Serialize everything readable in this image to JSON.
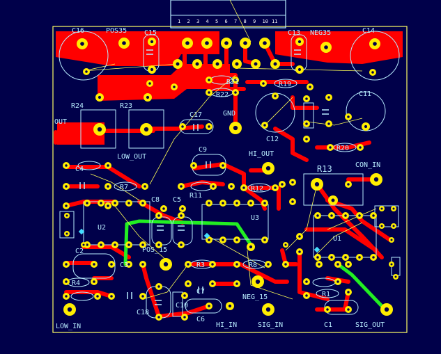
{
  "connector_pins": [
    "1",
    "2",
    "3",
    "4",
    "5",
    "6",
    "7",
    "8",
    "9",
    "10",
    "11"
  ],
  "labels": {
    "c16": "C16",
    "pos35": "POS35",
    "c15": "C15",
    "c13": "C13",
    "neg35": "NEG35",
    "c14": "C14",
    "r22": "R22",
    "r21": "R21",
    "r19": "R19",
    "c11": "C11",
    "r24": "R24",
    "r23": "R23",
    "out": "OUT",
    "low_out": "LOW_OUT",
    "c17": "C17",
    "gnd": "GND",
    "c12": "C12",
    "hi_out": "HI_OUT",
    "r20": "R20",
    "c9": "C9",
    "r13": "R13",
    "con_in": "CON_IN",
    "c4": "C4",
    "r7": "R7",
    "r11": "R11",
    "r12": "R12",
    "c8": "C8",
    "c5": "C5",
    "u2": "U2",
    "u3": "U3",
    "u1": "U1",
    "c2": "C2",
    "pos15": "POS_15",
    "r3": "R3",
    "r8": "R8",
    "r4": "R4",
    "c3": "C3",
    "c7": "C7",
    "r1": "R1",
    "c10": "C10",
    "neg15": "NEG_15",
    "c18": "C18",
    "c6": "C6",
    "low_in": "LOW_IN",
    "hi_in": "HI_IN",
    "sig_in": "SIG_IN",
    "c1": "C1",
    "sig_out": "SIG_OUT"
  },
  "colors": {
    "background": "#00004a",
    "copper_top": "#ff0000",
    "copper_bottom": "#22ee22",
    "silkscreen": "#b8ecff",
    "ratsnest": "#ffff55",
    "pad": "#ffee00",
    "outline": "#ffff66"
  }
}
